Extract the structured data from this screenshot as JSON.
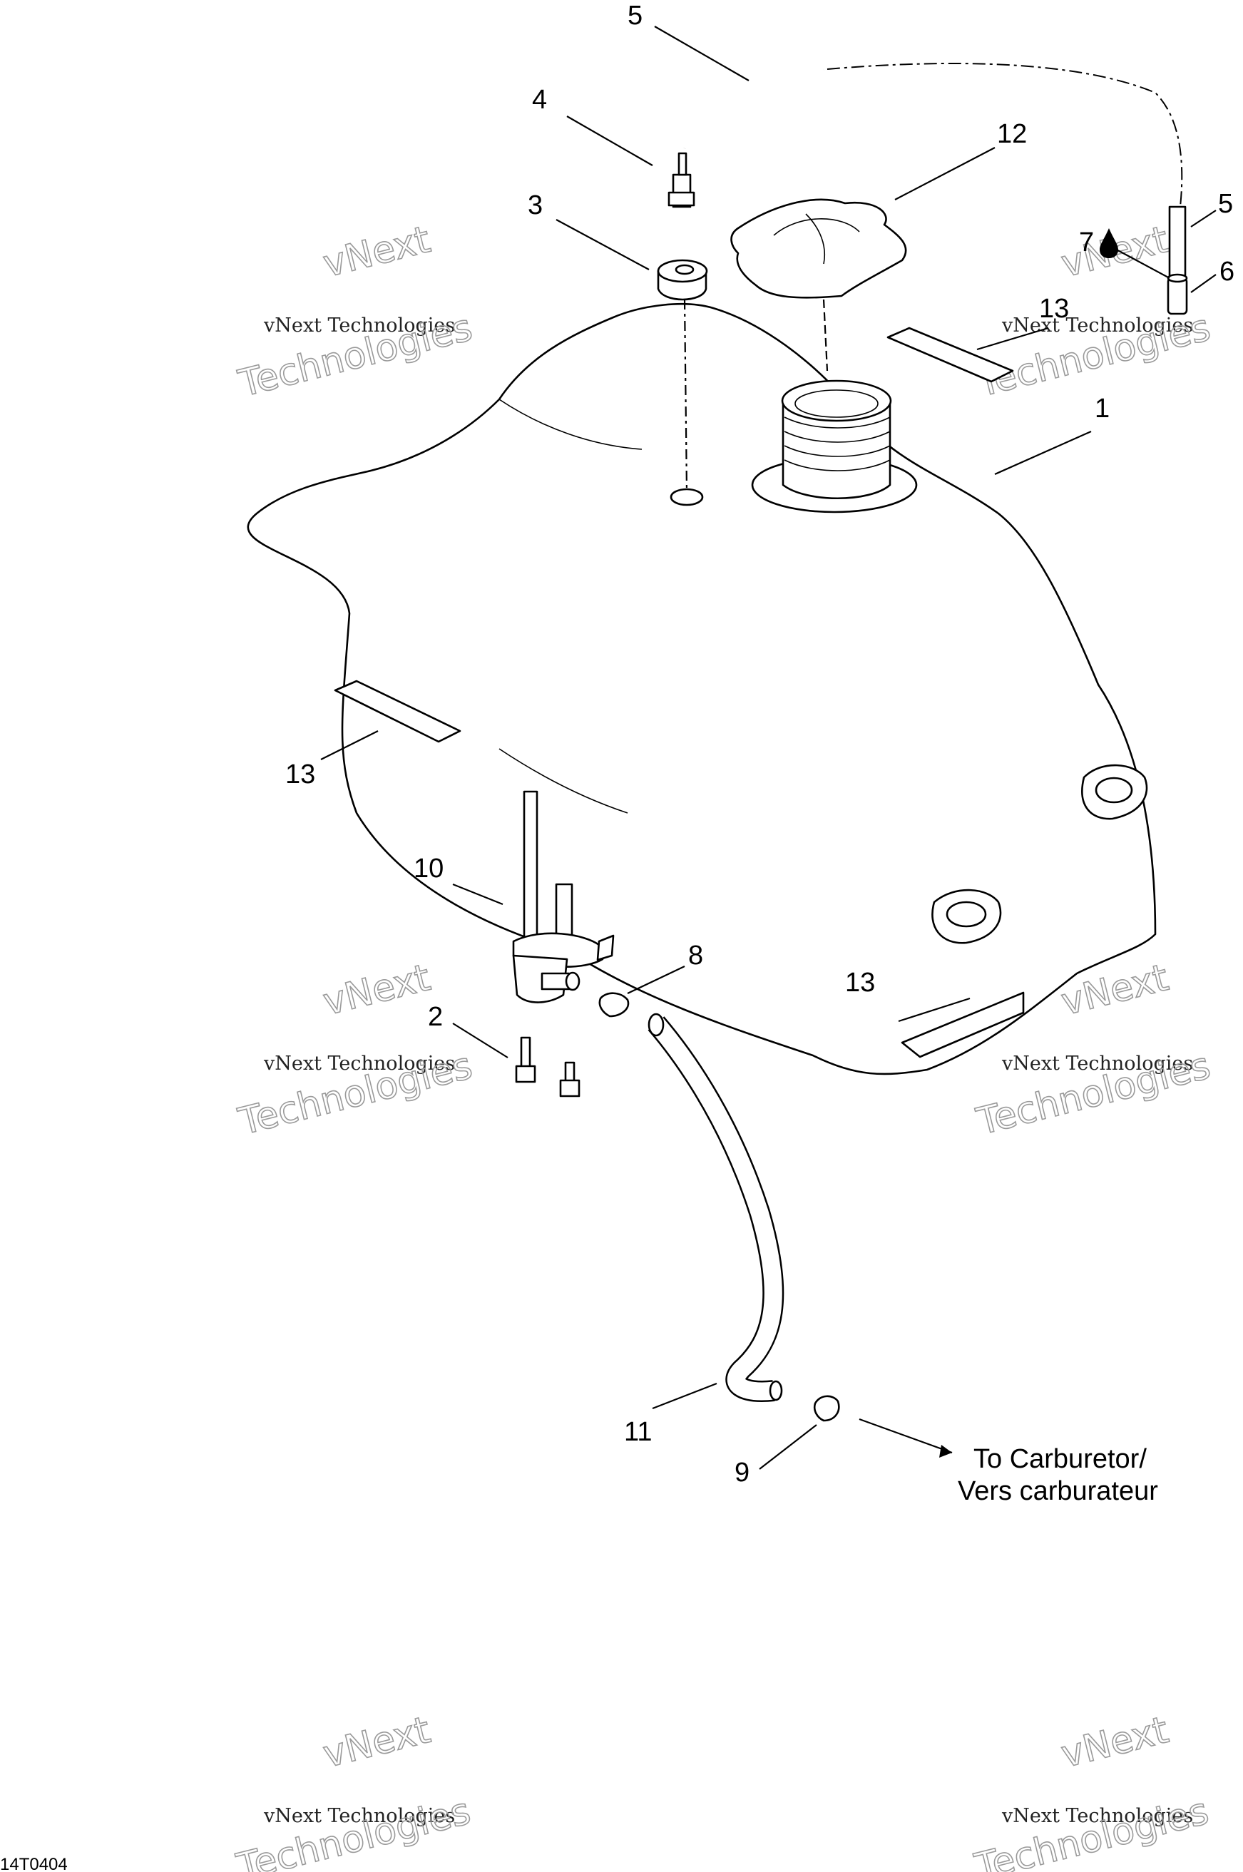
{
  "callouts": {
    "c1": "1",
    "c2": "2",
    "c3": "3",
    "c4": "4",
    "c5a": "5",
    "c5b": "5",
    "c6": "6",
    "c7": "7",
    "c8": "8",
    "c9": "9",
    "c10": "10",
    "c11": "11",
    "c12": "12",
    "c13a": "13",
    "c13b": "13",
    "c13c": "13"
  },
  "destination": {
    "line1": "To Carburetor/",
    "line2": "Vers carburateur"
  },
  "drawing_ref": "14T0404",
  "watermark": {
    "brand": "vNext",
    "line1": "vNext Technologies",
    "line2": "Technologies"
  },
  "icons": {
    "sealant": "drop-icon",
    "arrow": "arrow-right-icon"
  }
}
